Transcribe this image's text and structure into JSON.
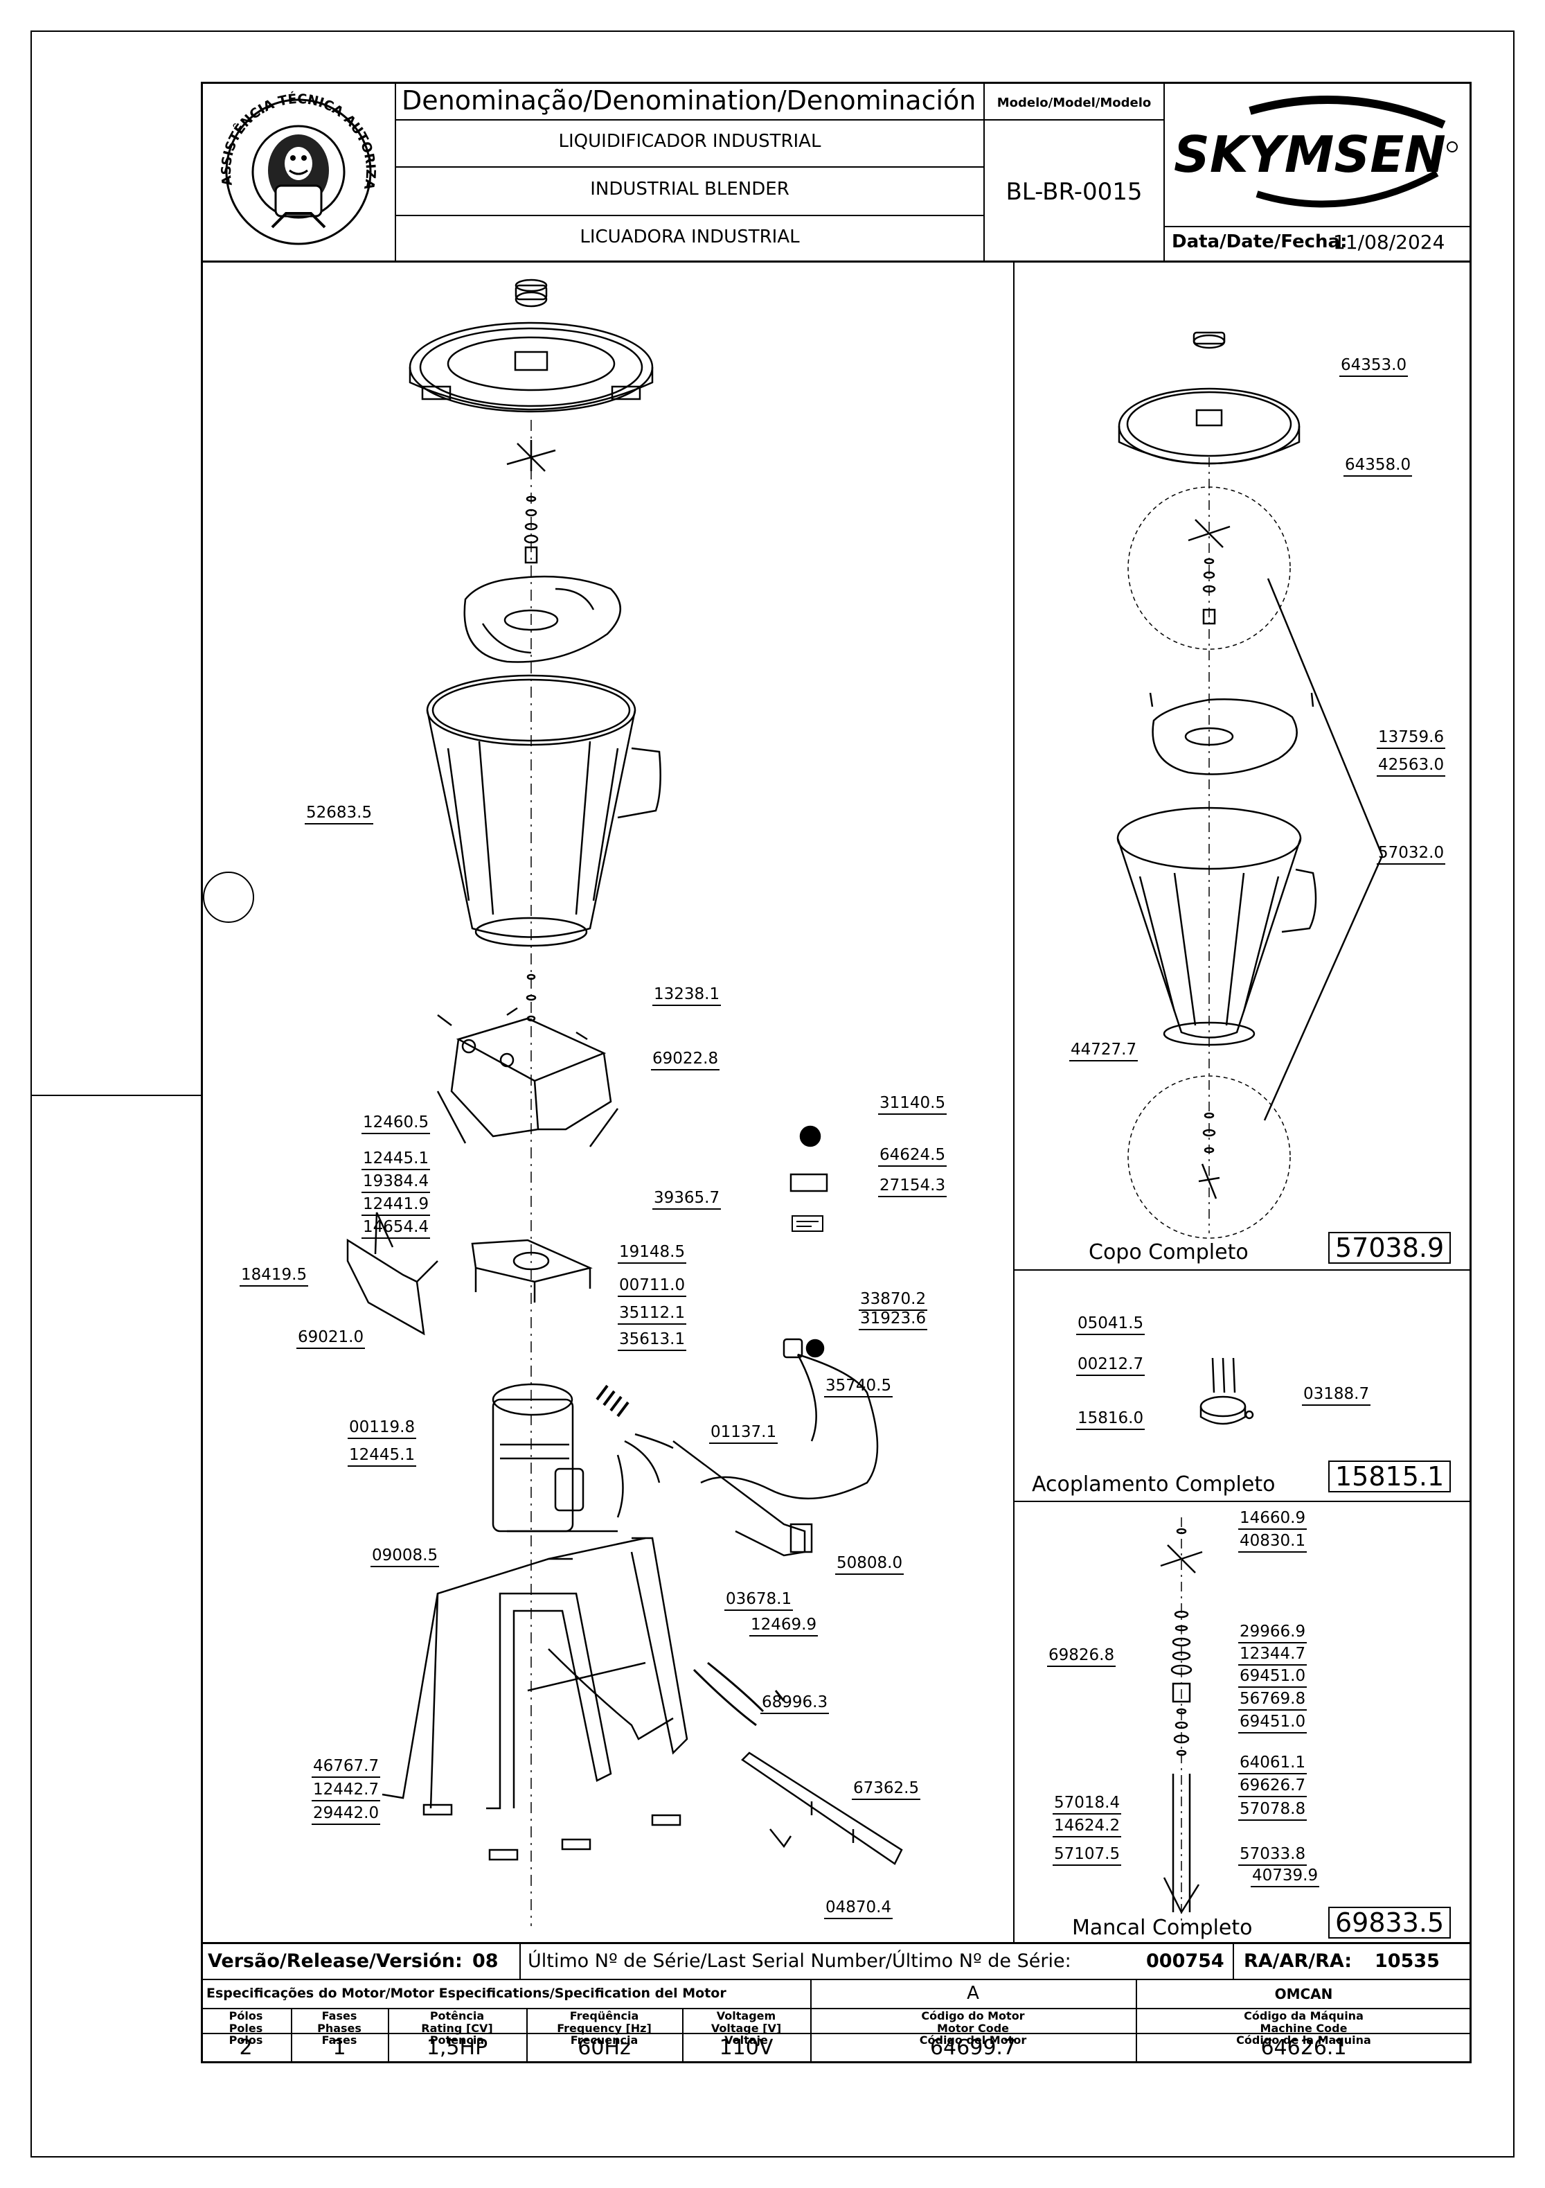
{
  "header": {
    "denomination_title": "Denominação/Denomination/Denominación",
    "name_pt": "LIQUIDIFICADOR INDUSTRIAL",
    "name_en": "INDUSTRIAL BLENDER",
    "name_es": "LICUADORA INDUSTRIAL",
    "model_title": "Modelo/Model/Modelo",
    "model": "BL-BR-0015",
    "brand": "SKYMSEN",
    "date_label": "Data/Date/Fecha:",
    "date": "11/08/2024",
    "seal_text": "ASSISTÊNCIA TÉCNICA AUTORIZADA"
  },
  "main_parts": [
    {
      "code": "52683.5"
    },
    {
      "code": "13238.1"
    },
    {
      "code": "69022.8"
    },
    {
      "code": "12460.5"
    },
    {
      "code": "12445.1"
    },
    {
      "code": "19384.4"
    },
    {
      "code": "12441.9"
    },
    {
      "code": "39365.7"
    },
    {
      "code": "14654.4"
    },
    {
      "code": "19148.5"
    },
    {
      "code": "18419.5"
    },
    {
      "code": "00711.0"
    },
    {
      "code": "35112.1"
    },
    {
      "code": "69021.0"
    },
    {
      "code": "35613.1"
    },
    {
      "code": "00119.8"
    },
    {
      "code": "12445.1"
    },
    {
      "code": "31140.5"
    },
    {
      "code": "64624.5"
    },
    {
      "code": "27154.3"
    },
    {
      "code": "33870.2"
    },
    {
      "code": "31923.6"
    },
    {
      "code": "35740.5"
    },
    {
      "code": "01137.1"
    },
    {
      "code": "50808.0"
    },
    {
      "code": "03678.1"
    },
    {
      "code": "09008.5"
    },
    {
      "code": "12469.9"
    },
    {
      "code": "68996.3"
    },
    {
      "code": "46767.7"
    },
    {
      "code": "12442.7"
    },
    {
      "code": "29442.0"
    },
    {
      "code": "67362.5"
    },
    {
      "code": "04870.4"
    }
  ],
  "copo": {
    "title": "Copo Completo",
    "code": "57038.9",
    "parts": [
      "64353.0",
      "64358.0",
      "13759.6",
      "42563.0",
      "57032.0",
      "44727.7"
    ]
  },
  "acoplamento": {
    "title": "Acoplamento Completo",
    "code": "15815.1",
    "parts": [
      "05041.5",
      "00212.7",
      "03188.7",
      "15816.0"
    ]
  },
  "mancal": {
    "title": "Mancal Completo",
    "code": "69833.5",
    "parts": [
      "14660.9",
      "40830.1",
      "69826.8",
      "29966.9",
      "12344.7",
      "69451.0",
      "56769.8",
      "69451.0",
      "64061.1",
      "69626.7",
      "57078.8",
      "57018.4",
      "14624.2",
      "57033.8",
      "57107.5",
      "40739.9"
    ]
  },
  "footer": {
    "version_label": "Versão/Release/Versión:",
    "version": "08",
    "serial_label": "Último Nº de Série/Last Serial Number/Último Nº de Série:",
    "serial": "000754",
    "ra_label": "RA/AR/RA:",
    "ra": "10535",
    "motor_spec_label": "Especificações do Motor/Motor Especifications/Specification del Motor",
    "motor_letter": "A",
    "maker": "OMCAN",
    "columns": [
      "Pólos\nPoles\nPolos",
      "Fases\nPhases\nFases",
      "Potência\nRating [CV]\nPotencia",
      "Freqüência\nFrequency [Hz]\nFrecuencia",
      "Voltagem\nVoltage [V]\nVoltaje",
      "Código do Motor\nMotor Code\nCódigo del Motor",
      "Código da Máquina\nMachine Code\nCódigo de la Maquina"
    ],
    "values": [
      "2",
      "1",
      "1,5HP",
      "60Hz",
      "110V",
      "64699.7",
      "64626.1"
    ]
  }
}
